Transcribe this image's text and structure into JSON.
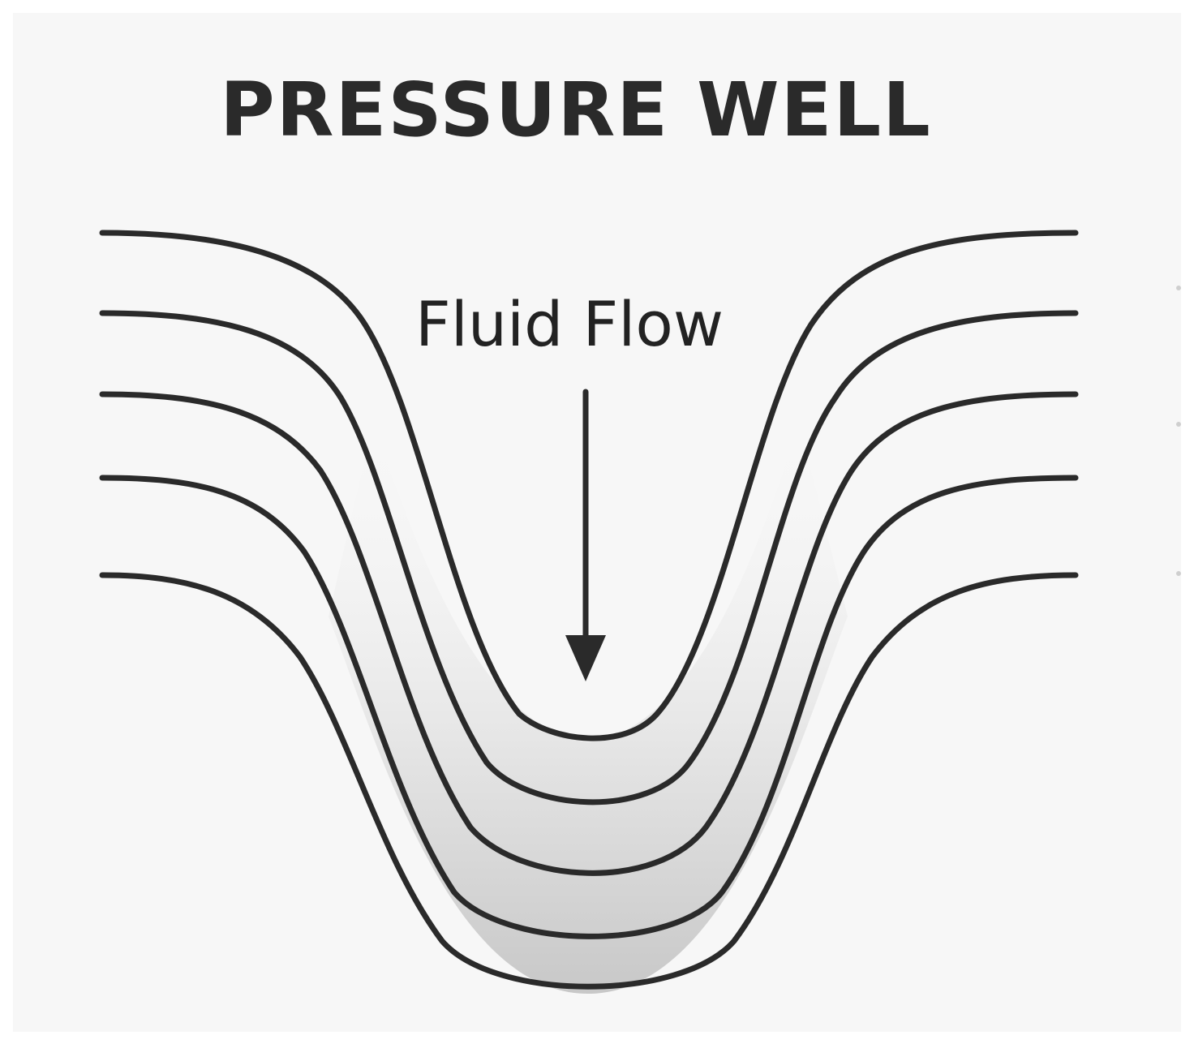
{
  "title": "PRESSURE WELL",
  "flow_label": "Fluid Flow",
  "colors": {
    "background": "#f7f7f7",
    "stroke": "#2a2a2a",
    "well_shade": "#c8c8c8"
  },
  "contour_lines": 5,
  "arrow_direction": "down"
}
